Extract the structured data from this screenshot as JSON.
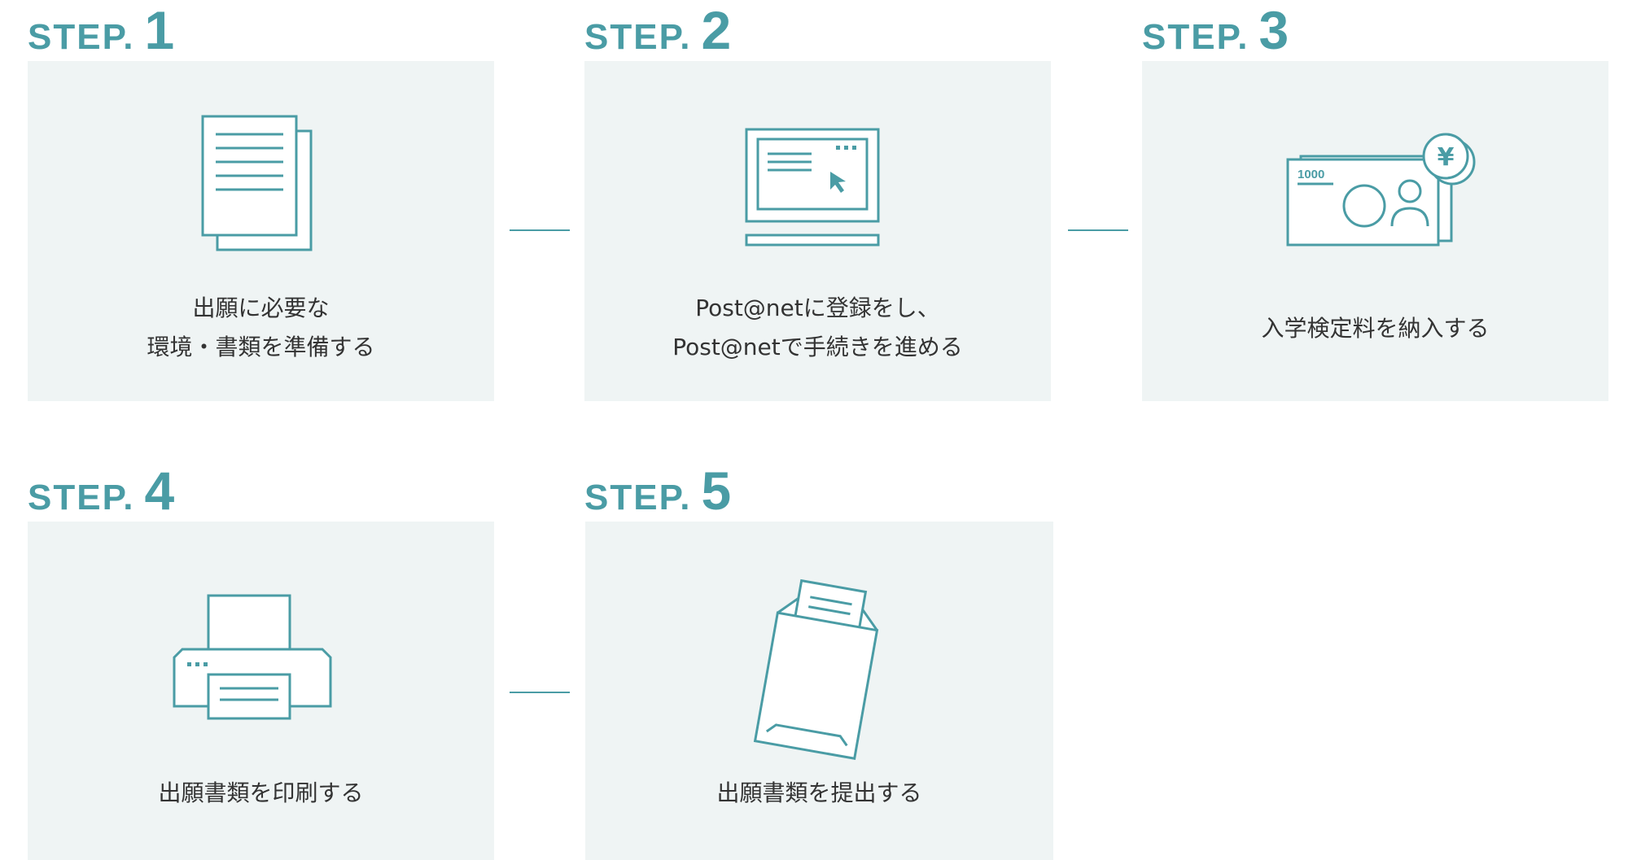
{
  "steps": [
    {
      "word": "STEP.",
      "number": "1",
      "lines": [
        "出願に必要な",
        "環境・書類を準備する"
      ],
      "icon": "documents-icon"
    },
    {
      "word": "STEP.",
      "number": "2",
      "lines": [
        "Post@netに登録をし、",
        "Post@netで手続きを進める"
      ],
      "icon": "computer-monitor-icon"
    },
    {
      "word": "STEP.",
      "number": "3",
      "lines": [
        "入学検定料を納入する"
      ],
      "icon": "yen-banknote-icon",
      "note_value": "1000",
      "coin_symbol": "¥"
    },
    {
      "word": "STEP.",
      "number": "4",
      "lines": [
        "出願書類を印刷する"
      ],
      "icon": "printer-icon"
    },
    {
      "word": "STEP.",
      "number": "5",
      "lines": [
        "出願書類を提出する"
      ],
      "icon": "envelope-icon"
    }
  ],
  "colors": {
    "accent": "#4a9ca5",
    "card_background": "#eff4f4",
    "text": "#333333"
  }
}
